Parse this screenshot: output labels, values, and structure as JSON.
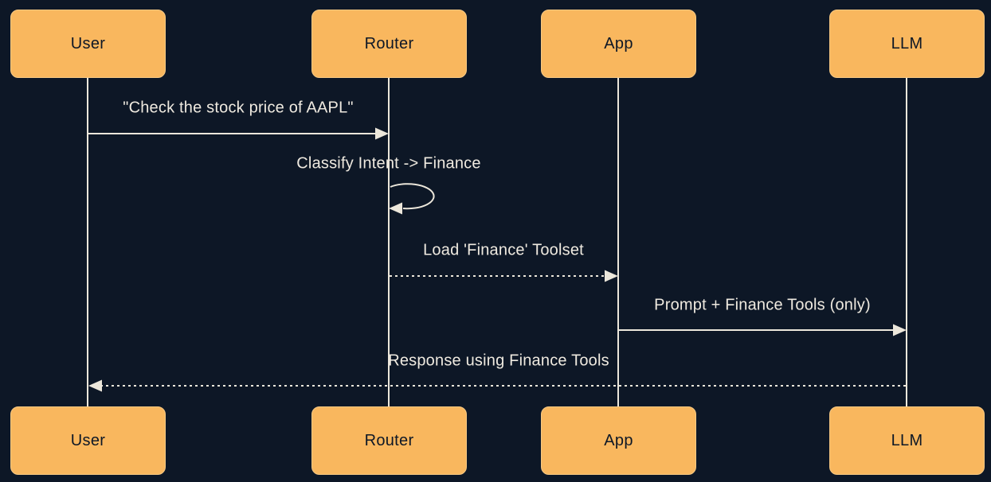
{
  "diagram": {
    "type": "sequence-diagram",
    "colors": {
      "background": "#0d1726",
      "actor_fill": "#f9b75e",
      "actor_border": "#f7c983",
      "actor_text": "#0d1726",
      "line": "#ece7db",
      "message_text": "#efeae0"
    },
    "actors": [
      {
        "name": "User"
      },
      {
        "name": "Router"
      },
      {
        "name": "App"
      },
      {
        "name": "LLM"
      }
    ],
    "messages": [
      {
        "from": "User",
        "to": "Router",
        "style": "solid",
        "label": "\"Check the stock price of AAPL\""
      },
      {
        "from": "Router",
        "to": "Router",
        "style": "self-loop",
        "label": "Classify Intent -> Finance"
      },
      {
        "from": "Router",
        "to": "App",
        "style": "dashed",
        "label": "Load 'Finance' Toolset"
      },
      {
        "from": "App",
        "to": "LLM",
        "style": "solid",
        "label": "Prompt + Finance Tools (only)"
      },
      {
        "from": "LLM",
        "to": "User",
        "style": "dashed",
        "label": "Response using Finance Tools"
      }
    ]
  }
}
